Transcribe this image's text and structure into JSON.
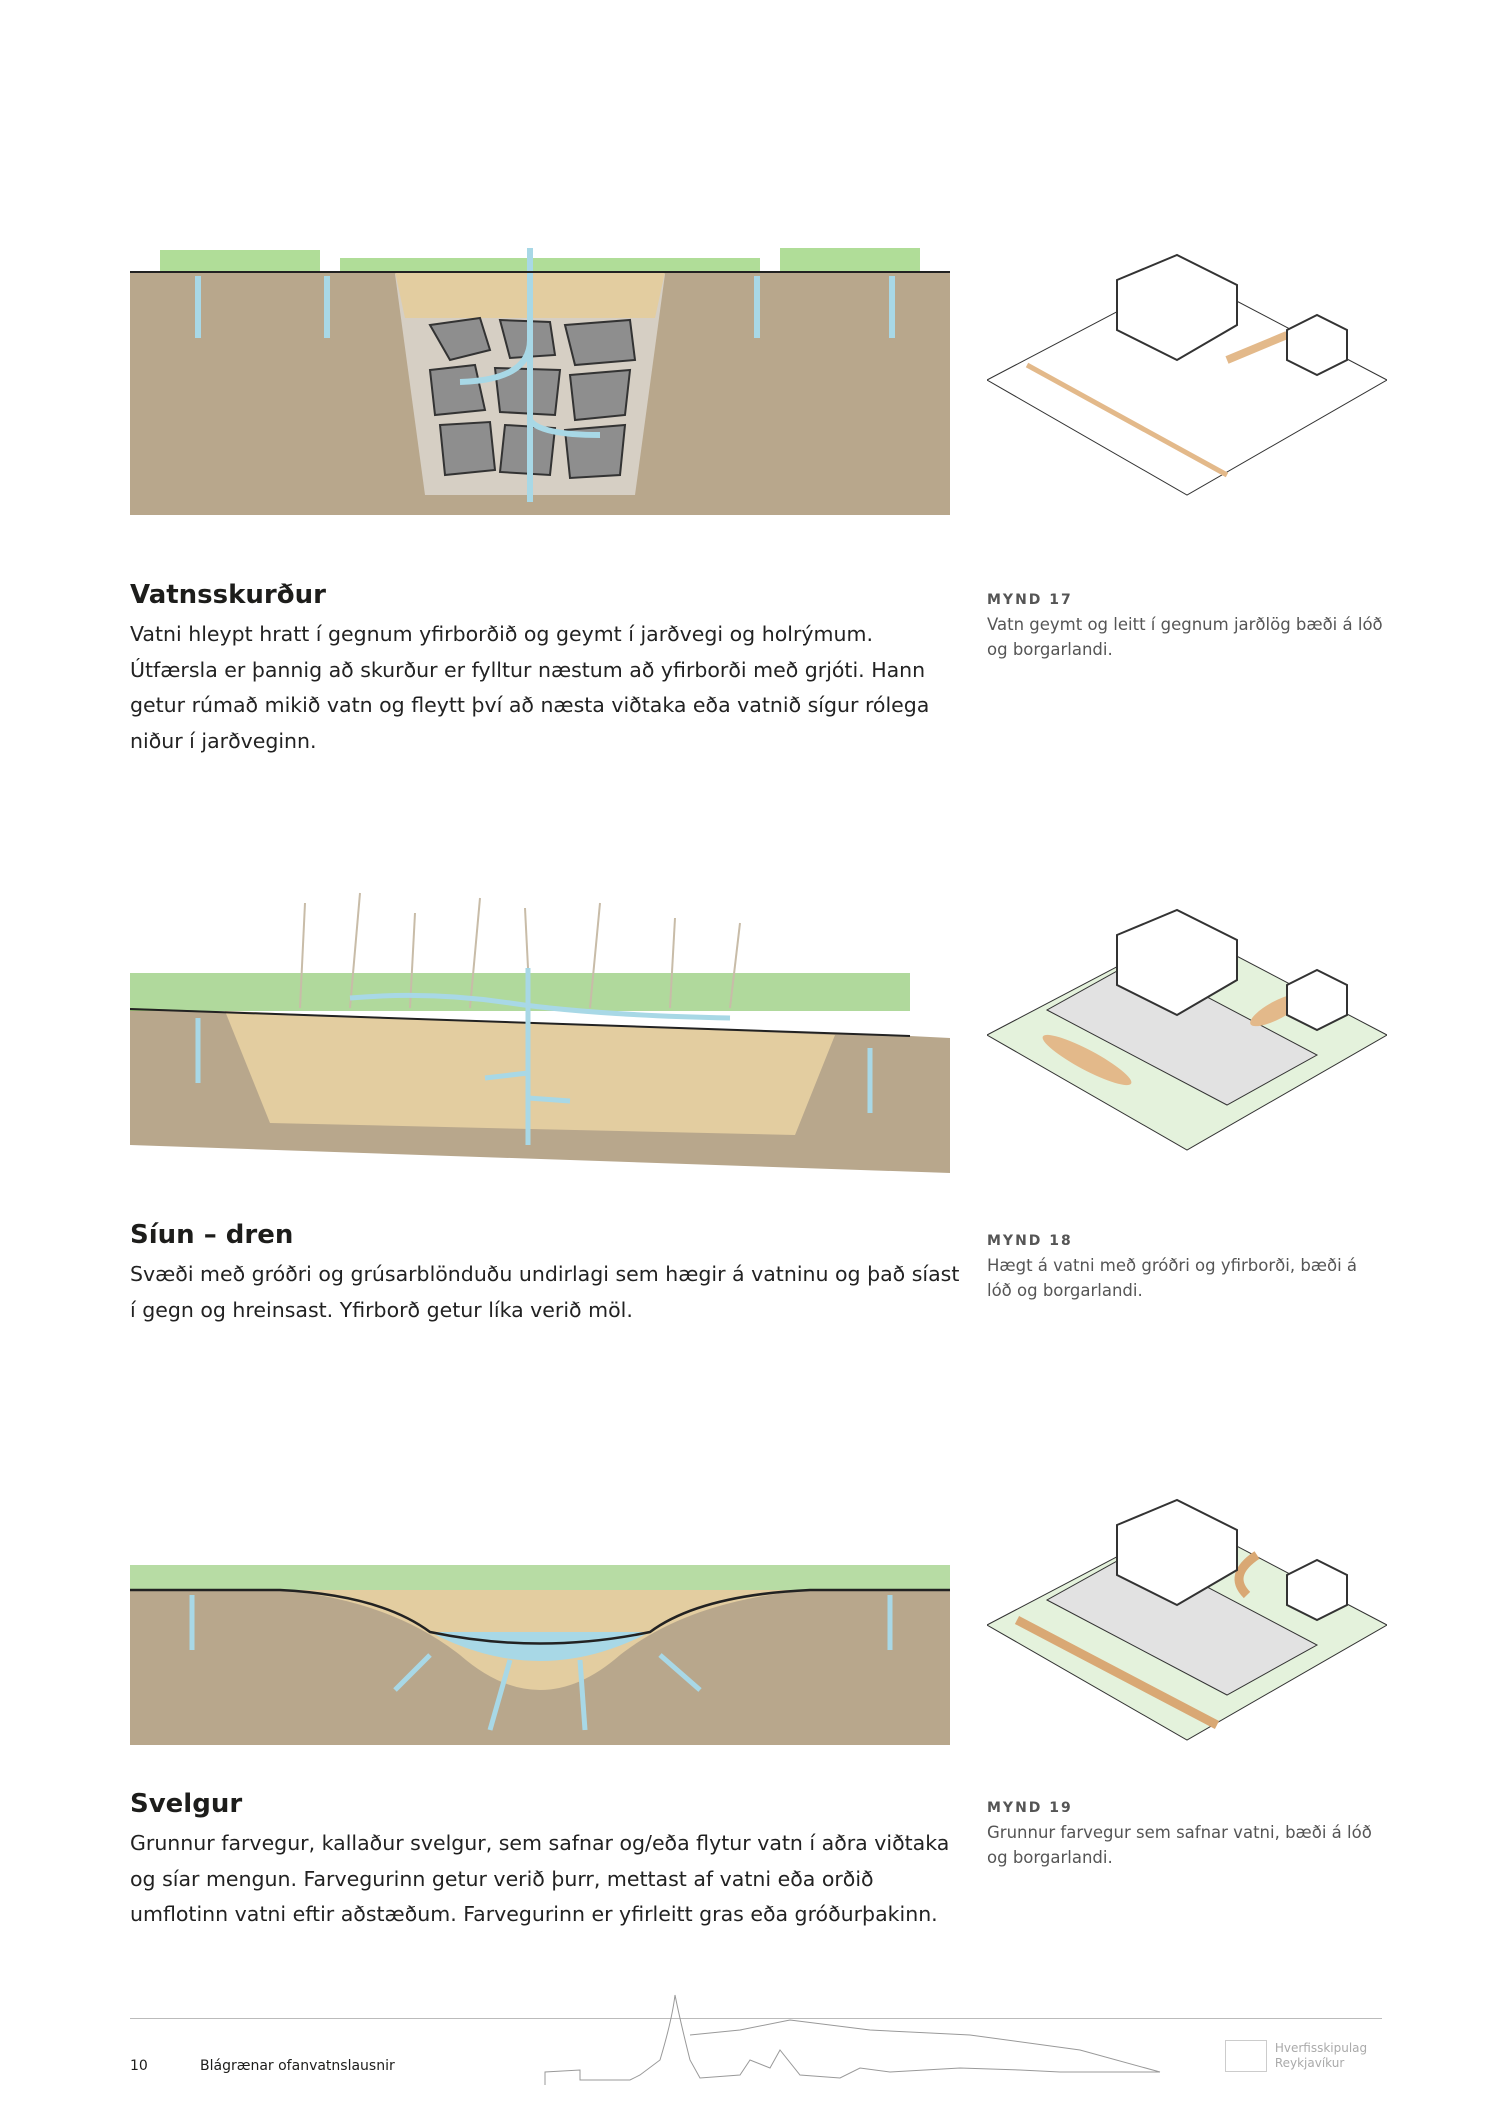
{
  "sections": [
    {
      "heading": "Vatnsskurður",
      "body": "Vatni hleypt hratt í gegnum yfirborðið og geymt í jarðvegi og holrýmum. Útfærsla er þannig að skurður er fylltur næstum að yfirborði með grjóti. Hann getur rúmað mikið vatn og fleytt því að næsta viðtaka eða vatnið sígur rólega niður í jarðveginn.",
      "caption_label": "MYND 17",
      "caption_text": "Vatn geymt og leitt í gegnum jarðlög bæði á lóð og borgarlandi."
    },
    {
      "heading": "Síun – dren",
      "body": "Svæði með gróðri og grúsarblönduðu undirlagi sem hægir á vatninu og það síast í gegn og hreinsast. Yfirborð getur líka verið möl.",
      "caption_label": "MYND 18",
      "caption_text": "Hægt á vatni með gróðri og yfirborði, bæði á lóð og borgarlandi."
    },
    {
      "heading": "Svelgur",
      "body": "Grunnur farvegur, kallaður svelgur, sem safnar og/eða flytur vatn í aðra viðtaka og síar mengun. Farvegurinn getur verið þurr, mettast af vatni eða orðið umflotinn vatni eftir aðstæðum. Farvegurinn er yfirleitt gras eða gróðurþakinn.",
      "caption_label": "MYND 19",
      "caption_text": "Grunnur farvegur sem safnar vatni, bæði á lóð og borgarlandi."
    }
  ],
  "footer": {
    "page_number": "10",
    "title": "Blágrænar ofanvatnslausnir",
    "logo_line1": "Hverfisskipulag",
    "logo_line2": "Reykjavíkur"
  },
  "colors": {
    "soil": "#b8a78c",
    "sand": "#e3cda0",
    "water": "#a8d8e6",
    "grass": "#7cbf5a"
  }
}
